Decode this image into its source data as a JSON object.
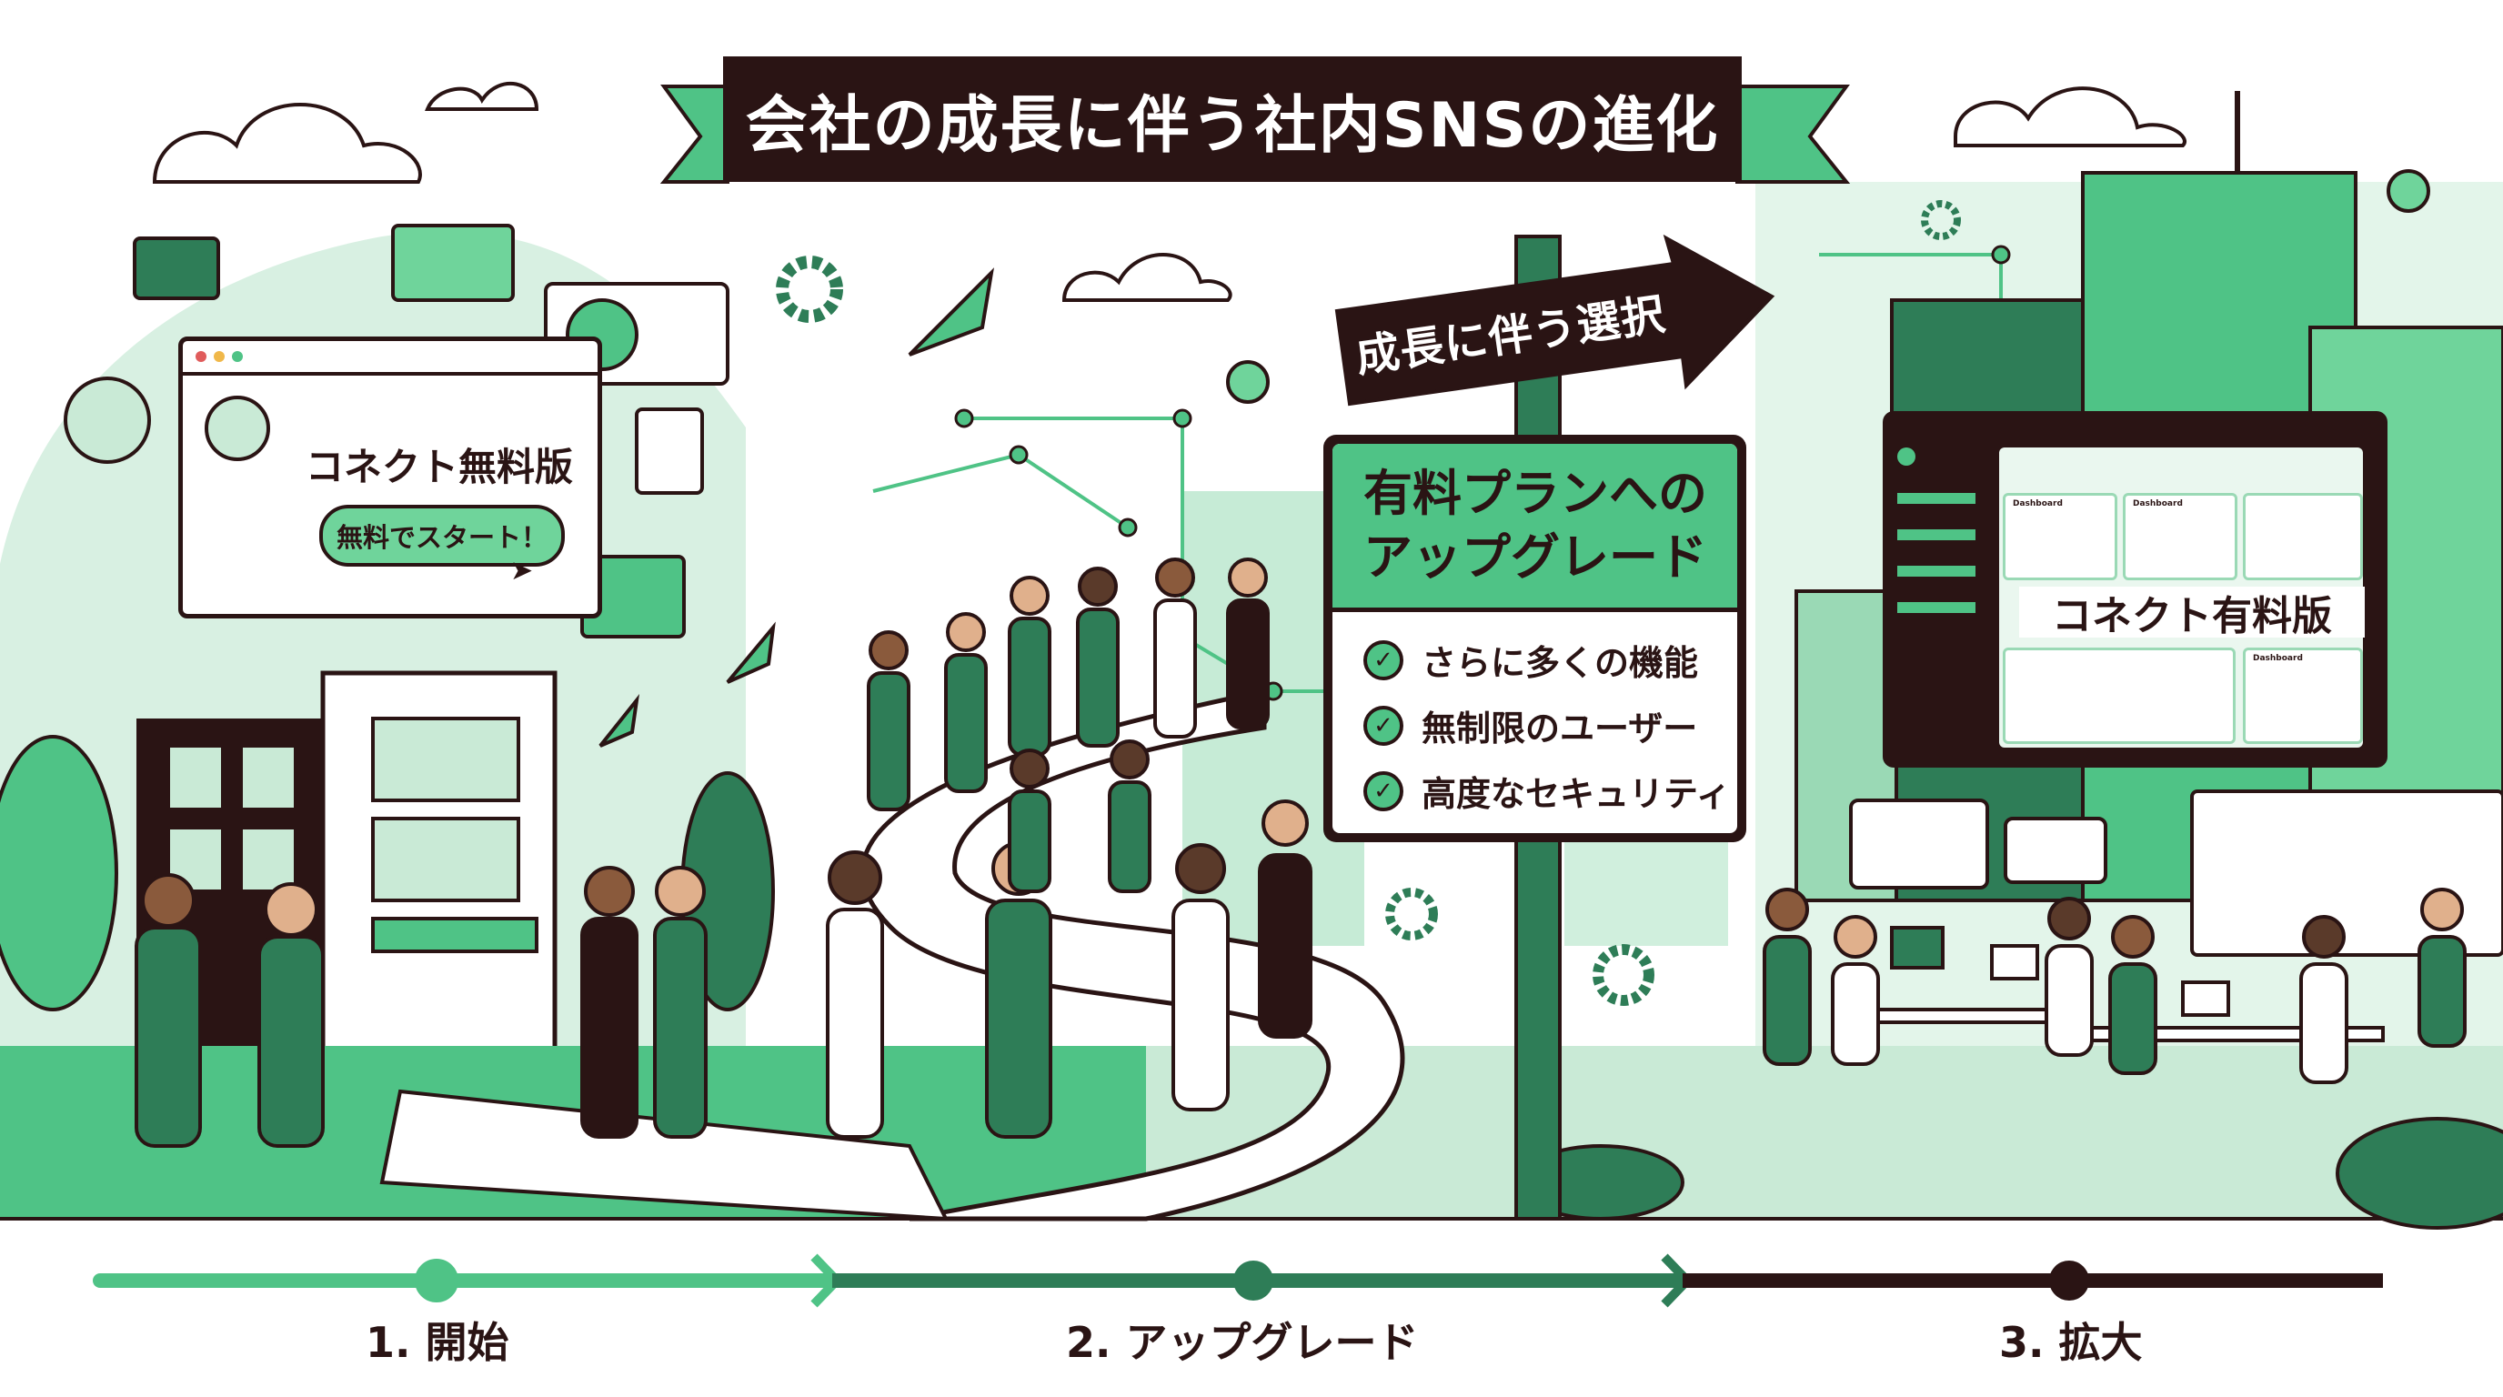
{
  "title": "会社の成長に伴う社内SNSの進化",
  "direction_sign": "成長に伴う選択",
  "free_app": {
    "name": "コネクト無料版",
    "cta": "無料でスタート！"
  },
  "upgrade_board": {
    "heading_line1": "有料プランへの",
    "heading_line2": "アップグレード",
    "features": [
      "さらに多くの機能",
      "無制限のユーザー",
      "高度なセキュリティ"
    ]
  },
  "paid_app": {
    "name": "コネクト有料版",
    "card_labels": [
      "Dashboard",
      "Dashboard",
      "Dashboard"
    ]
  },
  "timeline": {
    "stages": [
      "1. 開始",
      "2. アップグレード",
      "3. 拡大"
    ]
  },
  "colors": {
    "dark": "#2a1414",
    "green": "#4fc386",
    "light_green": "#c9ead6",
    "mid_green": "#2e7d57"
  }
}
